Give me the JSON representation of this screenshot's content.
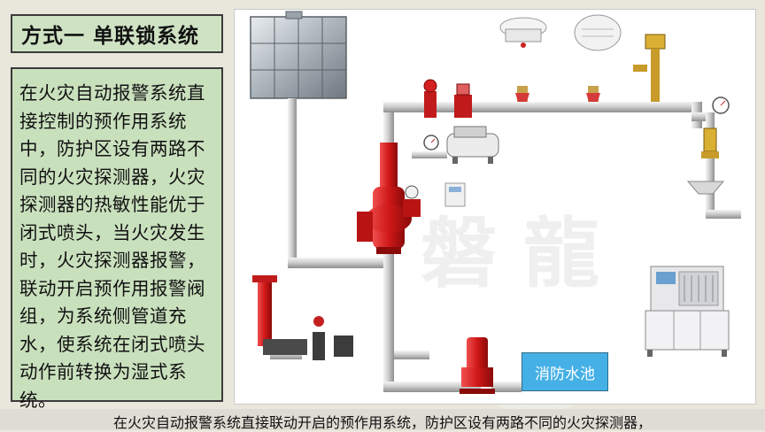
{
  "title": "方式一  单联锁系统",
  "description": "在火灾自动报警系统直接控制的预作用系统中，防护区设有两路不同的火灾探测器，火灾探测器的热敏性能优于闭式喷头，当火灾发生时，火灾探测器报警，联动开启预作用报警阀组，为系统侧管道充水，使系统在闭式喷头动作前转换为湿式系统。",
  "diagram": {
    "pool_label": "消防水池",
    "watermark": "磐龍"
  },
  "subtitle": "在火灾自动报警系统直接联动开启的预作用系统，防护区设有两路不同的火灾探测器，"
}
